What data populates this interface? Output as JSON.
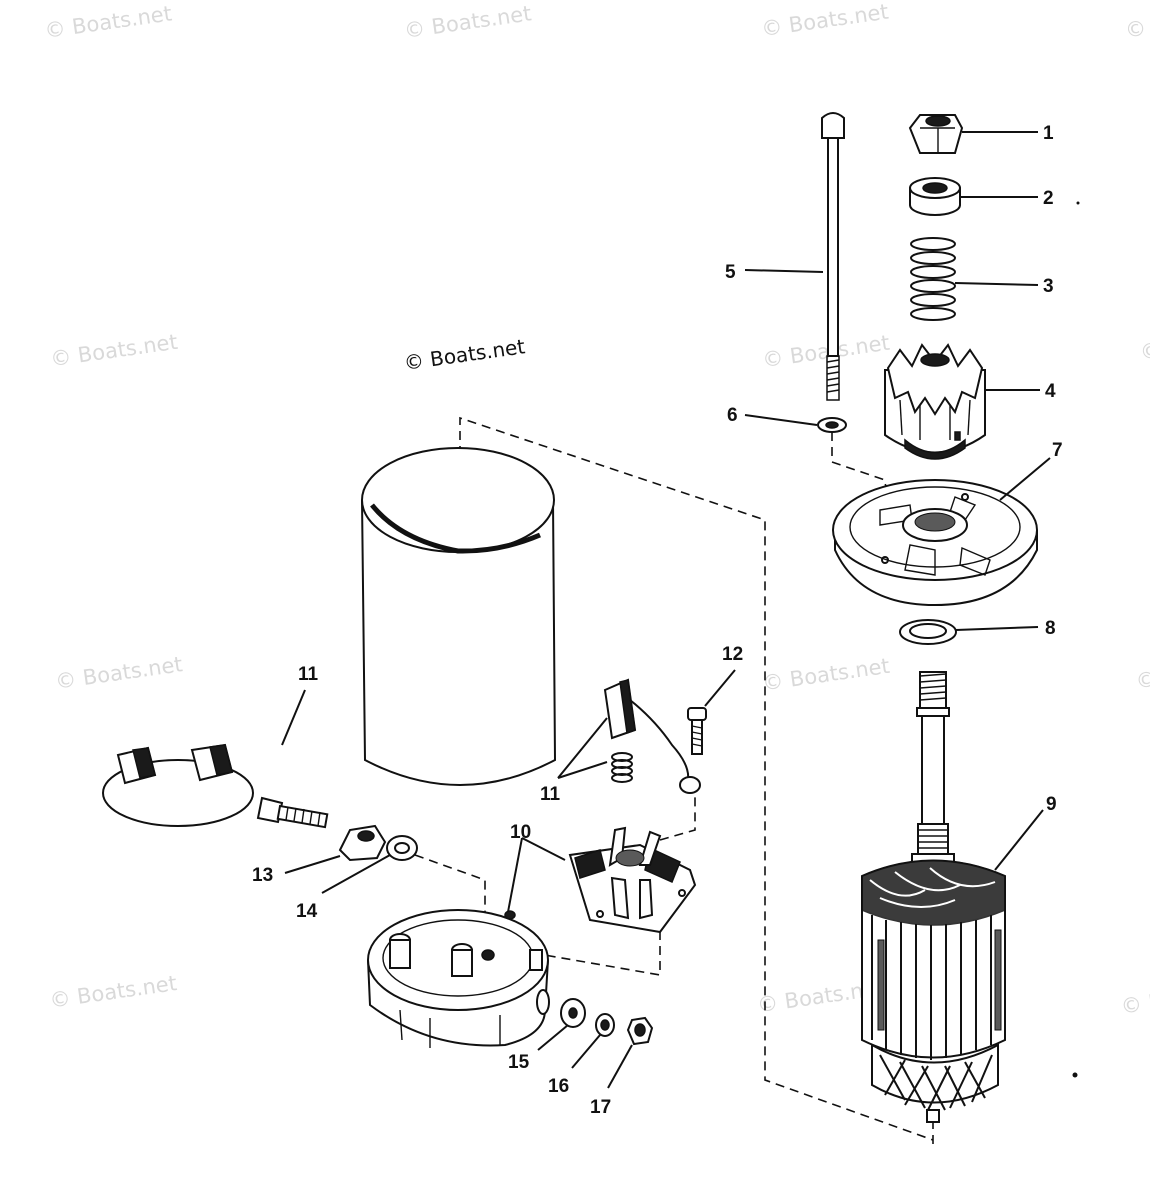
{
  "watermarks": {
    "small": "© Boats.net",
    "large": "© Boats.net"
  },
  "callouts": {
    "c1": "1",
    "c2": "2",
    "c3": "3",
    "c4": "4",
    "c5": "5",
    "c6": "6",
    "c7": "7",
    "c8": "8",
    "c9": "9",
    "c10": "10",
    "c11a": "11",
    "c11b": "11",
    "c12": "12",
    "c13": "13",
    "c14": "14",
    "c15": "15",
    "c16": "16",
    "c17": "17"
  },
  "colors": {
    "ink": "#111111",
    "watermark": "#d9d9d9",
    "background": "#ffffff"
  }
}
